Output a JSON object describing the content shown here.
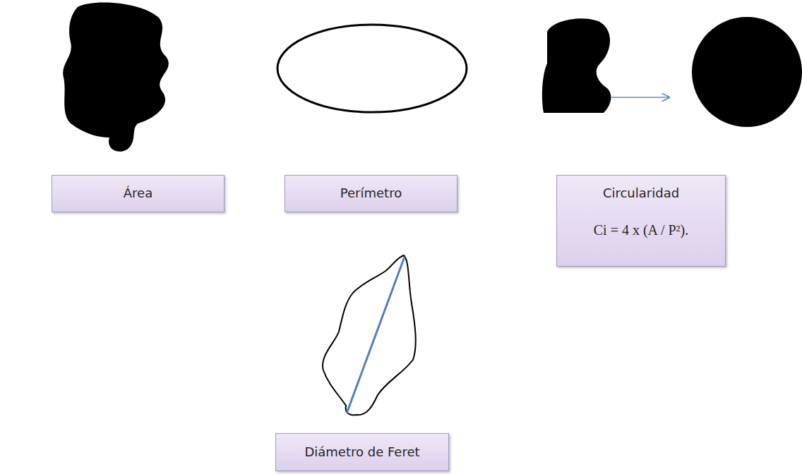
{
  "diagram": {
    "nodes": [
      {
        "text": [
          "Área"
        ]
      },
      {
        "text": [
          "Perímetro"
        ]
      },
      {
        "text": [
          "Circularidad",
          "Ci = 4 x  (A / P²)."
        ]
      },
      {
        "text": [
          "Diámetro de Feret"
        ]
      }
    ]
  }
}
